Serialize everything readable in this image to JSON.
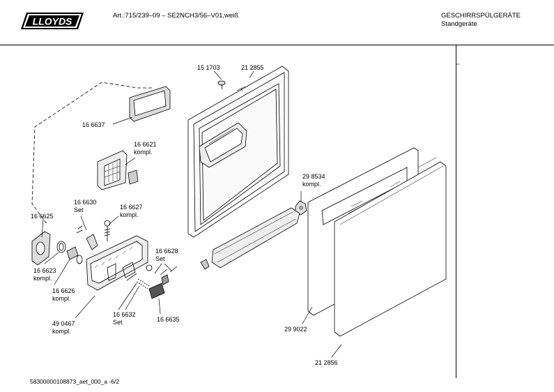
{
  "header": {
    "logo": "LLOYDS",
    "article": "Art.:715/239–09 – SE2NCH3/56–V01,weiß",
    "category": "GESCHIRRSPÜLGERÄTE",
    "subcategory": "Standgeräte"
  },
  "parts": [
    {
      "id": "p151703",
      "text": "15 1703"
    },
    {
      "id": "p212855",
      "text": "21 2855"
    },
    {
      "id": "p166637",
      "text": "16 6637"
    },
    {
      "id": "p166621",
      "text": "16 6621\nkompl."
    },
    {
      "id": "p298534",
      "text": "29 8534\nkompl."
    },
    {
      "id": "p166630",
      "text": "16 6630\nSet"
    },
    {
      "id": "p166627",
      "text": "16 6627\nkompl."
    },
    {
      "id": "p166625",
      "text": "16 6625"
    },
    {
      "id": "p166628",
      "text": "16 6628\nSet"
    },
    {
      "id": "p166623",
      "text": "16 6623\nkompl."
    },
    {
      "id": "p166626",
      "text": "16 6626\nkompl."
    },
    {
      "id": "p490467",
      "text": "49 0467\nkompl."
    },
    {
      "id": "p166632",
      "text": "16 6632\nSet"
    },
    {
      "id": "p166635",
      "text": "16 6635"
    },
    {
      "id": "p299022",
      "text": "29 9022"
    },
    {
      "id": "p212856",
      "text": "21 2856"
    }
  ],
  "footer": "58300000108873_aet_000_a   -6/2"
}
